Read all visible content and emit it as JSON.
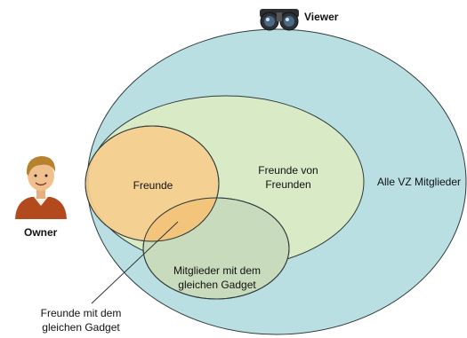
{
  "viewer": {
    "label": "Viewer",
    "icon": "binoculars-icon"
  },
  "owner": {
    "label": "Owner",
    "icon": "person-avatar-icon"
  },
  "sets": {
    "all_members": "Alle VZ Mitglieder",
    "friends_of_friends": "Freunde von Freunden",
    "friends": "Freunde",
    "same_gadget": "Mitglieder mit dem gleichen Gadget"
  },
  "callout": {
    "text": "Freunde mit dem gleichen Gadget"
  },
  "colors": {
    "all_members_fill": "#b9dfe3",
    "friends_of_friends_fill": "#d8eac6",
    "friends_fill": "#f7cd8e",
    "same_gadget_fill": "#c9dbbd",
    "outline": "#2f3a3a"
  }
}
